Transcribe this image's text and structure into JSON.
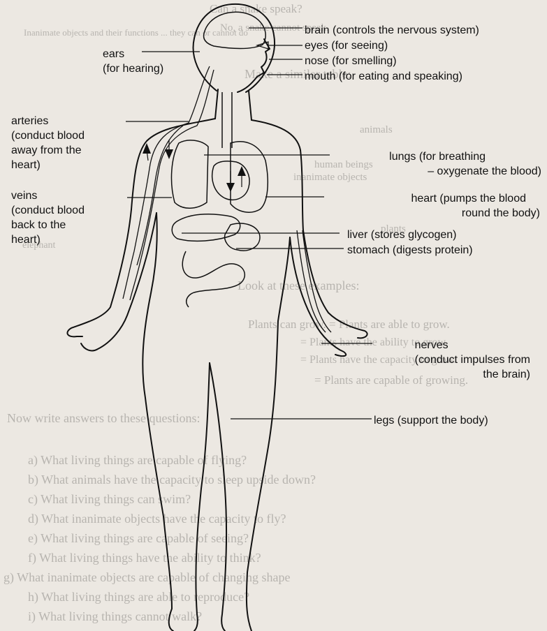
{
  "labels": {
    "brain": "brain (controls the nervous system)",
    "eyes": "eyes (for seeing)",
    "nose": "nose (for smelling)",
    "mouth": "mouth (for eating and speaking)",
    "ears": [
      "ears",
      "(for hearing)"
    ],
    "arteries": [
      "arteries",
      "(conduct blood",
      "away from the",
      "heart)"
    ],
    "veins": [
      "veins",
      "(conduct blood",
      "back to the",
      "heart)"
    ],
    "lungs": [
      "lungs (for breathing",
      "– oxygenate the blood)"
    ],
    "heart": [
      "heart (pumps the blood",
      "round the body)"
    ],
    "liver": "liver (stores glycogen)",
    "stomach": "stomach (digests protein)",
    "nerves": [
      "nerves",
      "(conduct impulses from",
      "the brain)"
    ],
    "legs": "legs (support the body)"
  },
  "background_text": [
    "Can a snake speak?",
    "No, a snake cannot speak.",
    "Inanimate objects and their functions ... they can or cannot do",
    "Make a similar table:",
    "animals",
    "human beings",
    "inanimate objects",
    "plants",
    "elephant",
    "Look at these examples:",
    "Plants can grow. = Plants are able to grow.",
    "= Plants have the ability to grow.",
    "= Plants have the capacity to grow.",
    "= Plants are capable of growing.",
    "Now write answers to these questions:",
    "a) What living things are capable of flying?",
    "b) What animals have the capacity to sleep upside down?",
    "c) What living things can swim?",
    "d) What inanimate objects have the capacity to fly?",
    "e) What living things are capable of seeing?",
    "f) What living things have the ability to think?",
    "g) What inanimate objects are capable of changing shape",
    "h) What living things are able to reproduce?",
    "i) What living things cannot walk?"
  ]
}
